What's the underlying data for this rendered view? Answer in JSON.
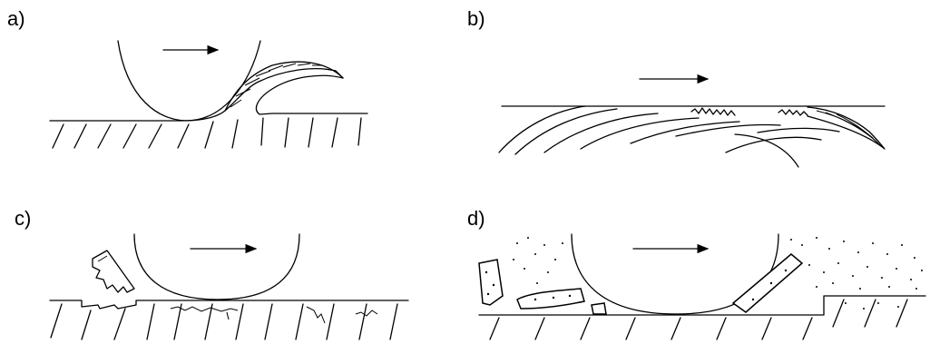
{
  "panels": [
    {
      "id": "a",
      "label": "a)"
    },
    {
      "id": "b",
      "label": "b)"
    },
    {
      "id": "c",
      "label": "c)"
    },
    {
      "id": "d",
      "label": "d)"
    }
  ],
  "icons": {
    "direction": "arrow-right-icon"
  }
}
